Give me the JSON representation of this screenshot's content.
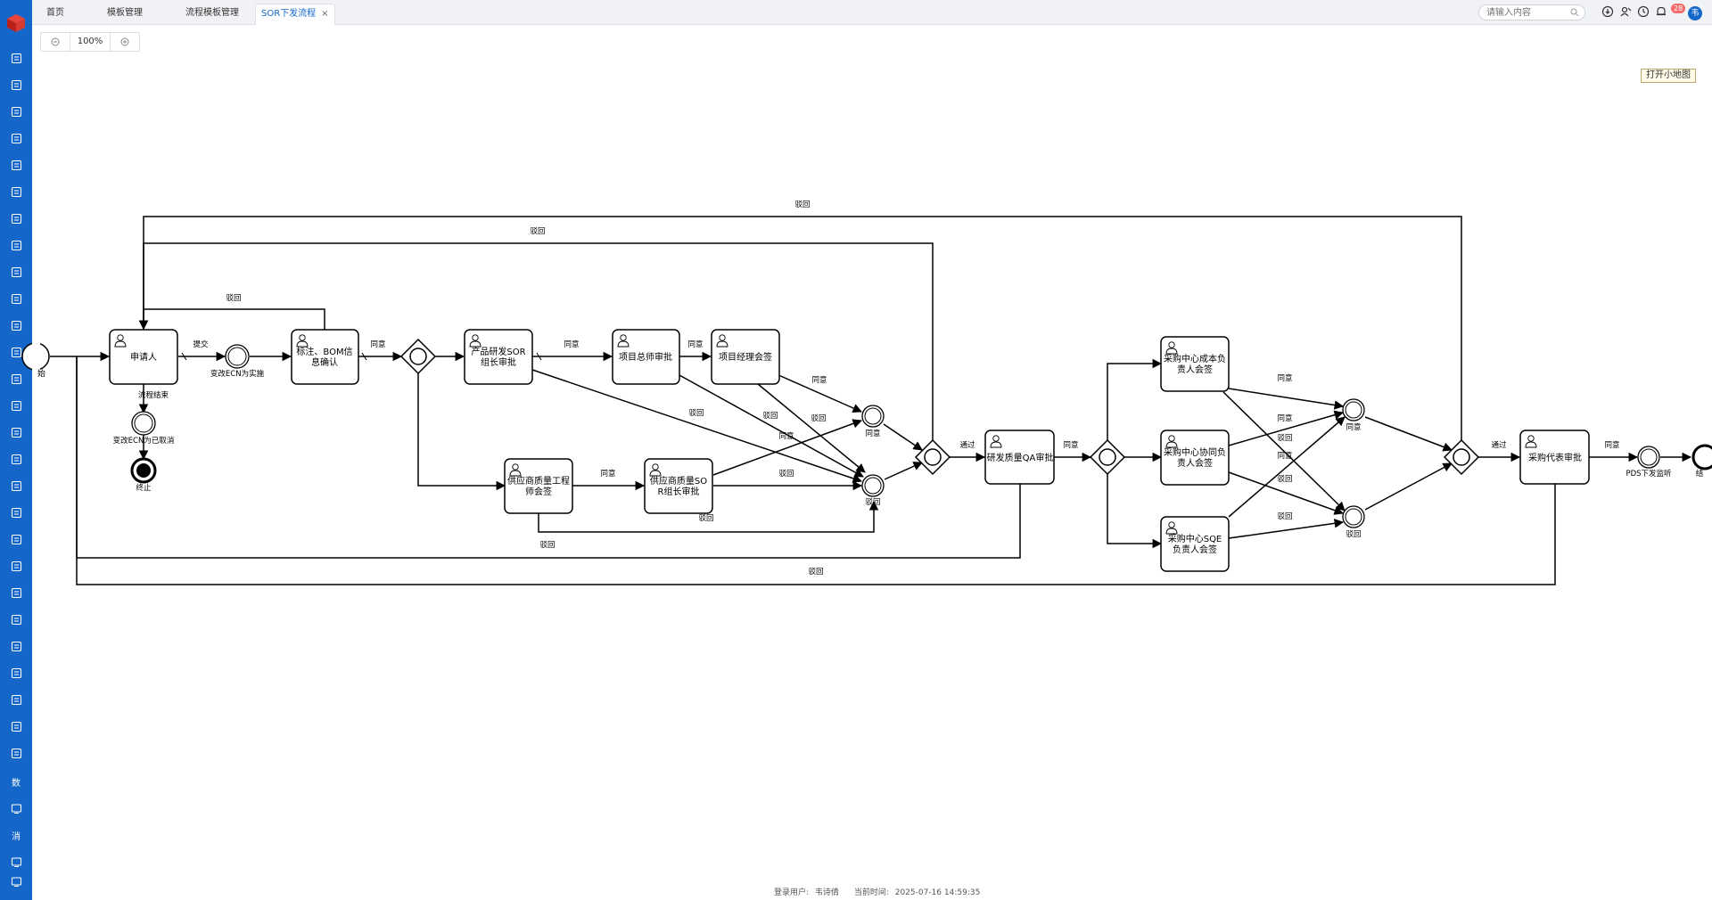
{
  "sidebar": {
    "texts": [
      "数",
      "消"
    ]
  },
  "tabs": [
    {
      "label": "首页"
    },
    {
      "label": "模板管理"
    },
    {
      "label": "流程模板管理"
    },
    {
      "label": "SOR下发流程"
    }
  ],
  "header": {
    "search_placeholder": "请输入内容",
    "notification_count": "28",
    "avatar": "韦"
  },
  "toolbar": {
    "zoom": "100%"
  },
  "minimap_button": "打开小地图",
  "diagram": {
    "tasks": {
      "applicant": "申请人",
      "bom": [
        "标注、BOM信",
        "息确认"
      ],
      "product": [
        "产品研发SOR",
        "组长审批"
      ],
      "pm_chief": "项目总师审批",
      "pm_manager": "项目经理会签",
      "supplier_eng": [
        "供应商质量工程",
        "师会签"
      ],
      "supplier_sor": [
        "供应商质量SO",
        "R组长审批"
      ],
      "rd_qa": "研发质量QA审批",
      "cost": [
        "采购中心成本负",
        "责人会签"
      ],
      "coord": [
        "采购中心协同负",
        "责人会签"
      ],
      "sqe": [
        "采购中心SQE",
        "负责人会签"
      ],
      "rep": "采购代表审批"
    },
    "events": {
      "start_label": "始",
      "ecn_impl": "变改ECN为实施",
      "ecn_cancel": "变改ECN为已取消",
      "end": "终止",
      "agree1": "同意",
      "reject1": "驳回",
      "agree2": "同意",
      "reject2": "驳回",
      "pds": "PDS下发监听",
      "end2": "结"
    },
    "flows": {
      "submit": "提交",
      "process_end": "流程结束",
      "reject_top": "驳回",
      "reject_second": "驳回",
      "reject_bom": "驳回",
      "agree_bom": "同意",
      "agree_prod": "同意",
      "agree_chief": "同意",
      "agree_mgr": "同意",
      "reject_prod": "驳回",
      "reject_chief": "驳回",
      "reject_mgr": "驳回",
      "agree_chief2": "同意",
      "agree_sup": "同意",
      "reject_sorb": "驳回",
      "reject_sup_bottom": "驳回",
      "reject_loop1": "驳回",
      "reject_loop2": "驳回",
      "pass1": "通过",
      "agree_qa": "同意",
      "agree_cost": "同意",
      "agree_coord": "同意",
      "agree_sqe": "同意",
      "reject_cost": "驳回",
      "reject_coord": "驳回",
      "reject_sqe": "驳回",
      "pass2": "通过",
      "agree_rep": "同意"
    }
  },
  "footer": {
    "user_label": "登录用户:",
    "user": "韦诗倩",
    "time_label": "当前时间:",
    "time": "2025-07-16 14:59:35"
  },
  "colors": {
    "sidebar": "#1467c9",
    "accent": "#1467c9",
    "badge": "#f56c6c"
  }
}
